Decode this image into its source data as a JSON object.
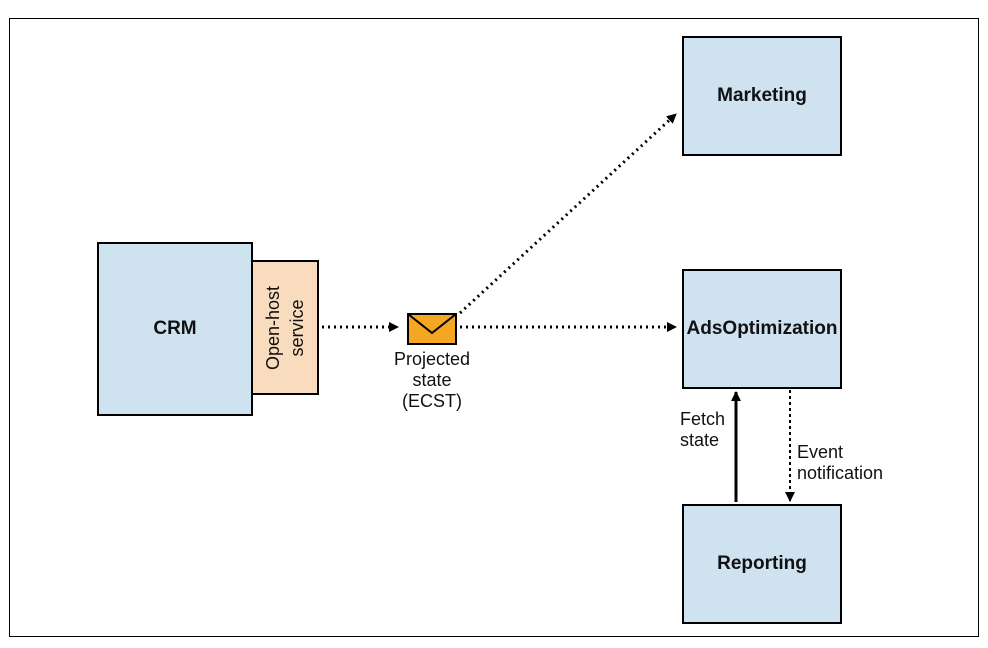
{
  "nodes": {
    "crm": "CRM",
    "open_host_service": [
      "Open-host",
      "service"
    ],
    "marketing": "Marketing",
    "ads_optimization": "AdsOptimization",
    "reporting": "Reporting"
  },
  "labels": {
    "message": [
      "Projected",
      "state",
      "(ECST)"
    ],
    "fetch": [
      "Fetch",
      "state"
    ],
    "event": [
      "Event",
      "notification"
    ]
  },
  "colors": {
    "box_fill": "#cfe2f0",
    "ohs_fill": "#f9dbbd",
    "envelope_fill": "#f5a623"
  },
  "icons": [
    "envelope-icon"
  ]
}
